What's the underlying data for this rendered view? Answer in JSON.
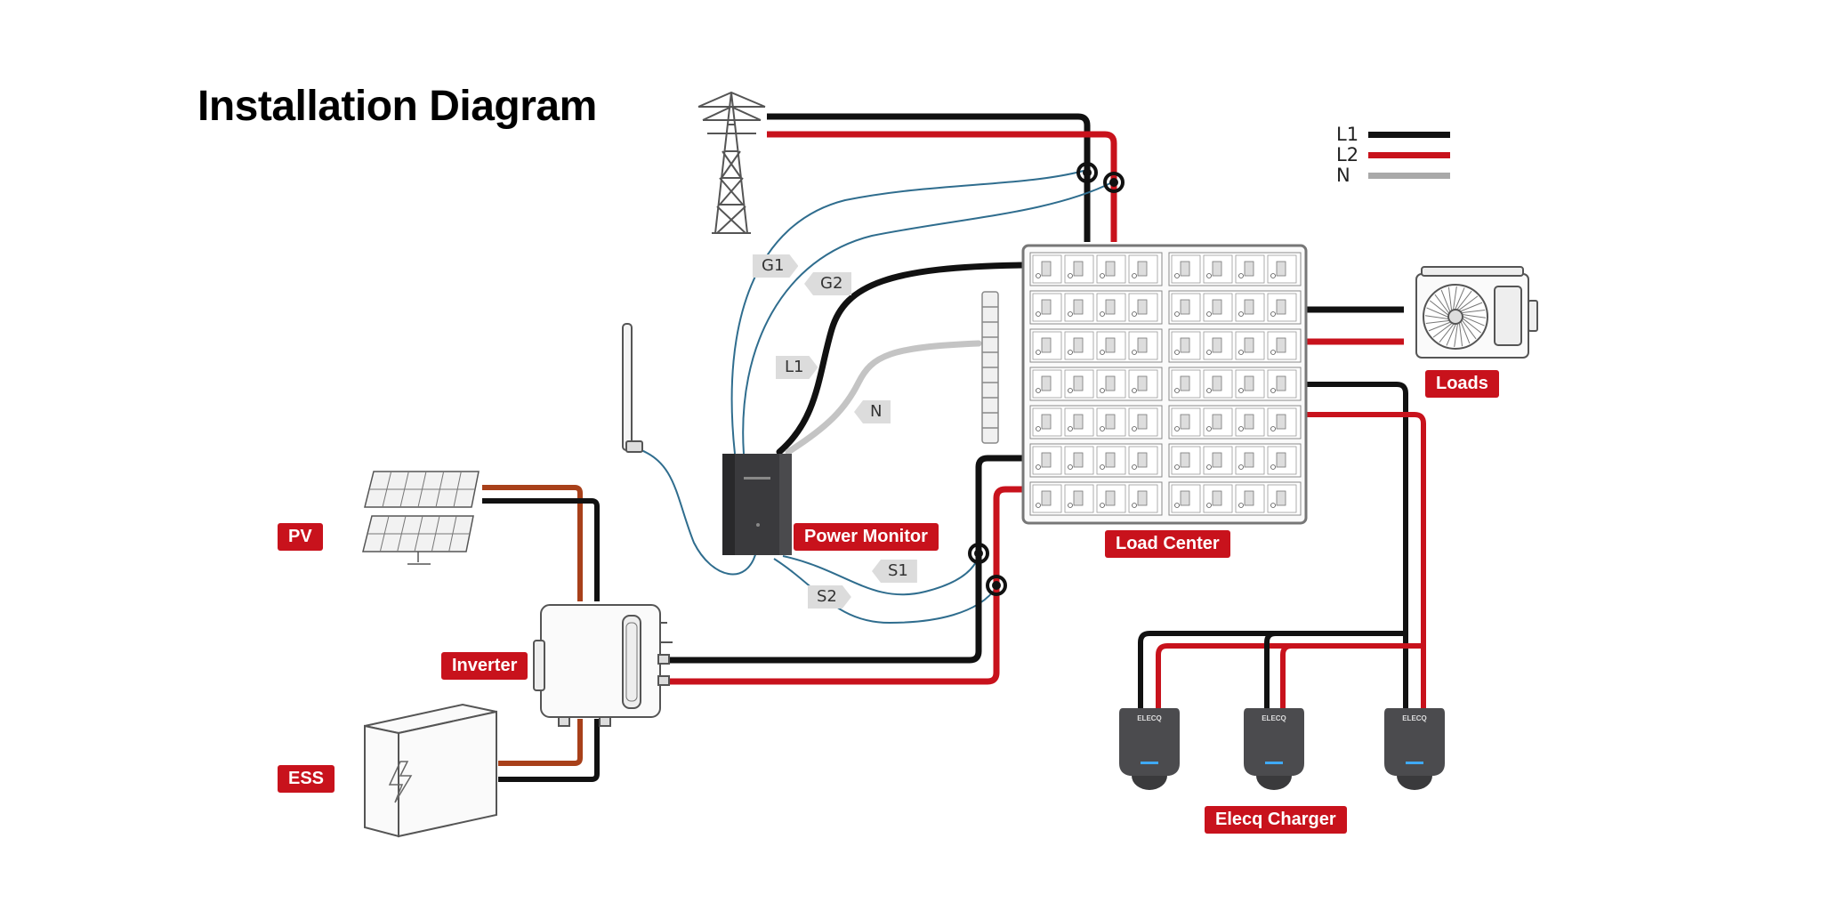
{
  "title": "Installation Diagram",
  "legend": [
    {
      "label": "L1",
      "color": "#111111"
    },
    {
      "label": "L2",
      "color": "#c8121c"
    },
    {
      "label": "N",
      "color": "#a9a9a9"
    }
  ],
  "components": {
    "pv": "PV",
    "inverter": "Inverter",
    "ess": "ESS",
    "power_monitor": "Power Monitor",
    "load_center": "Load Center",
    "loads": "Loads",
    "elecq_charger": "Elecq Charger"
  },
  "wire_tags": {
    "g1": "G1",
    "g2": "G2",
    "l1": "L1",
    "n": "N",
    "s1": "S1",
    "s2": "S2"
  },
  "device_marks": {
    "charger_brand": "ELECQ"
  },
  "colors": {
    "accent": "#c8121c",
    "wire_l1": "#111111",
    "wire_l2": "#c8121c",
    "wire_n": "#a9a9a9",
    "wire_dc": "#a8401a",
    "wire_sensor": "#2f6d8e"
  }
}
